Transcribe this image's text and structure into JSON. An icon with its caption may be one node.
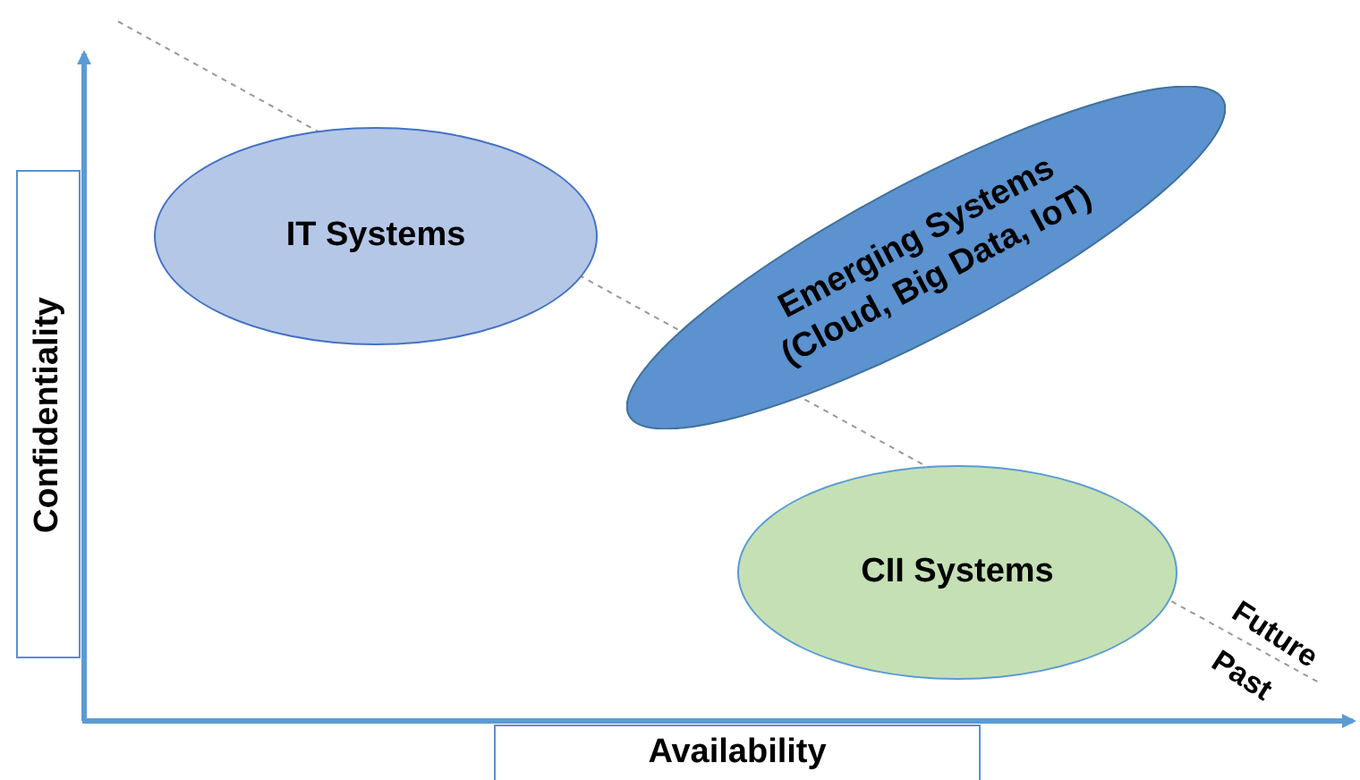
{
  "diagram": {
    "nodes": [
      {
        "text": [
          "IT Systems"
        ]
      },
      {
        "text": [
          "Emerging Systems (Cloud, Big Data, IoT)"
        ]
      },
      {
        "text": [
          "Confidentiality"
        ]
      },
      {
        "text": [
          "CII Systems"
        ]
      },
      {
        "text": [
          "Availability"
        ]
      }
    ],
    "labels": [
      "Future",
      "Past"
    ]
  }
}
